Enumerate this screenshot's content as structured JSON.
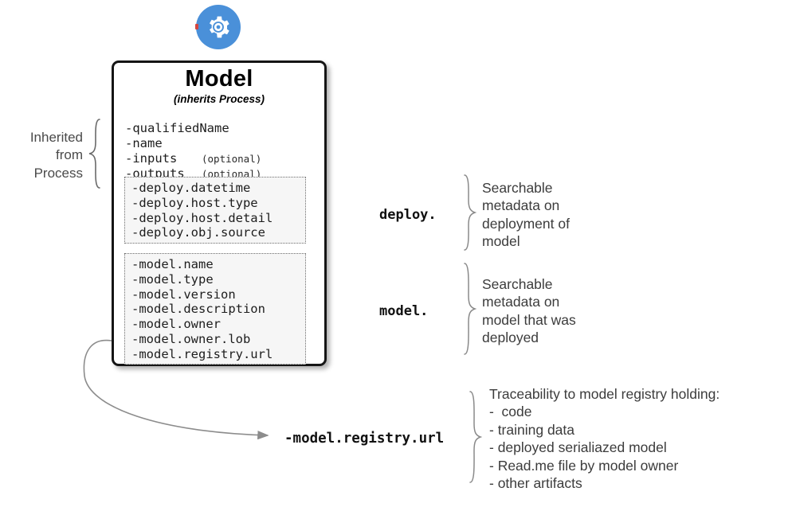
{
  "badge": {
    "icon": "gear-icon",
    "color": "#4a90d9",
    "accent": "#d4453f"
  },
  "model_box": {
    "title": "Model",
    "subtitle": "(inherits Process)",
    "inherited_attributes": [
      {
        "name": "-qualifiedName",
        "note": ""
      },
      {
        "name": "-name",
        "note": ""
      },
      {
        "name": "-inputs",
        "note": "(optional)"
      },
      {
        "name": "-outputs",
        "note": "(optional)"
      }
    ],
    "deploy_attributes": [
      "-deploy.datetime",
      "-deploy.host.type",
      "-deploy.host.detail",
      "-deploy.obj.source"
    ],
    "model_attributes": [
      "-model.name",
      "-model.type",
      "-model.version",
      "-model.description",
      "-model.owner",
      "-model.owner.lob",
      "-model.registry.url"
    ]
  },
  "inherited_annotation": {
    "label": "Inherited\nfrom\nProcess"
  },
  "annotations": [
    {
      "key": "deploy.",
      "text": "Searchable\nmetadata on\ndeployment of\nmodel"
    },
    {
      "key": "model.",
      "text": "Searchable\nmetadata on\nmodel that was\ndeployed"
    }
  ],
  "traceability": {
    "key": "-model.registry.url",
    "heading": "Traceability to model registry holding:",
    "items": [
      "-  code",
      "- training data",
      "- deployed serialiazed model",
      "- Read.me file by model owner",
      "- other artifacts"
    ]
  }
}
